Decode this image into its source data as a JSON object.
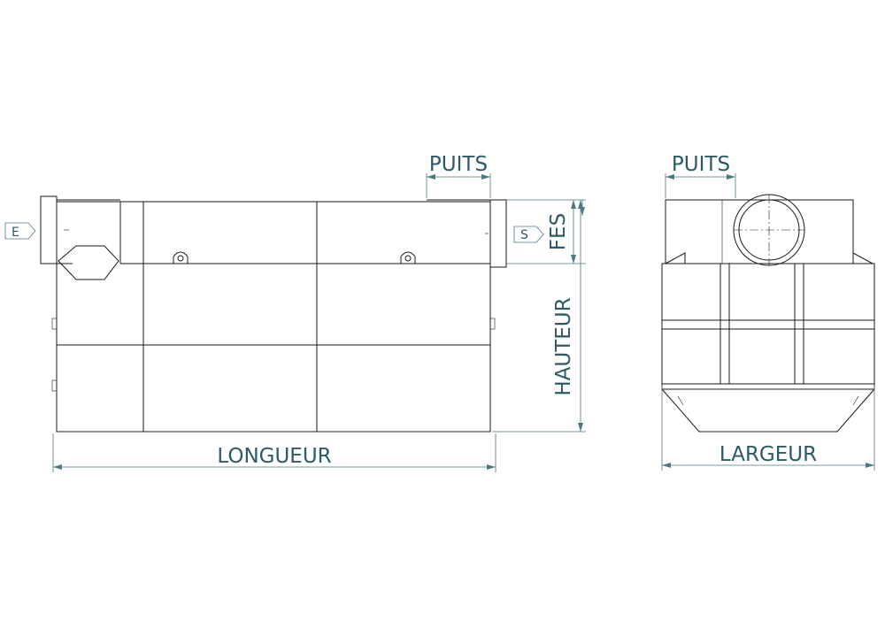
{
  "labels": {
    "inlet": "E",
    "outlet": "S",
    "well_side": "PUITS",
    "well_front": "PUITS",
    "fes": "FES",
    "height": "HAUTEUR",
    "length": "LONGUEUR",
    "width": "LARGEUR"
  },
  "colors": {
    "dimension": "#4d7886",
    "label": "#2c5a66",
    "outline": "#1a1a1a"
  }
}
